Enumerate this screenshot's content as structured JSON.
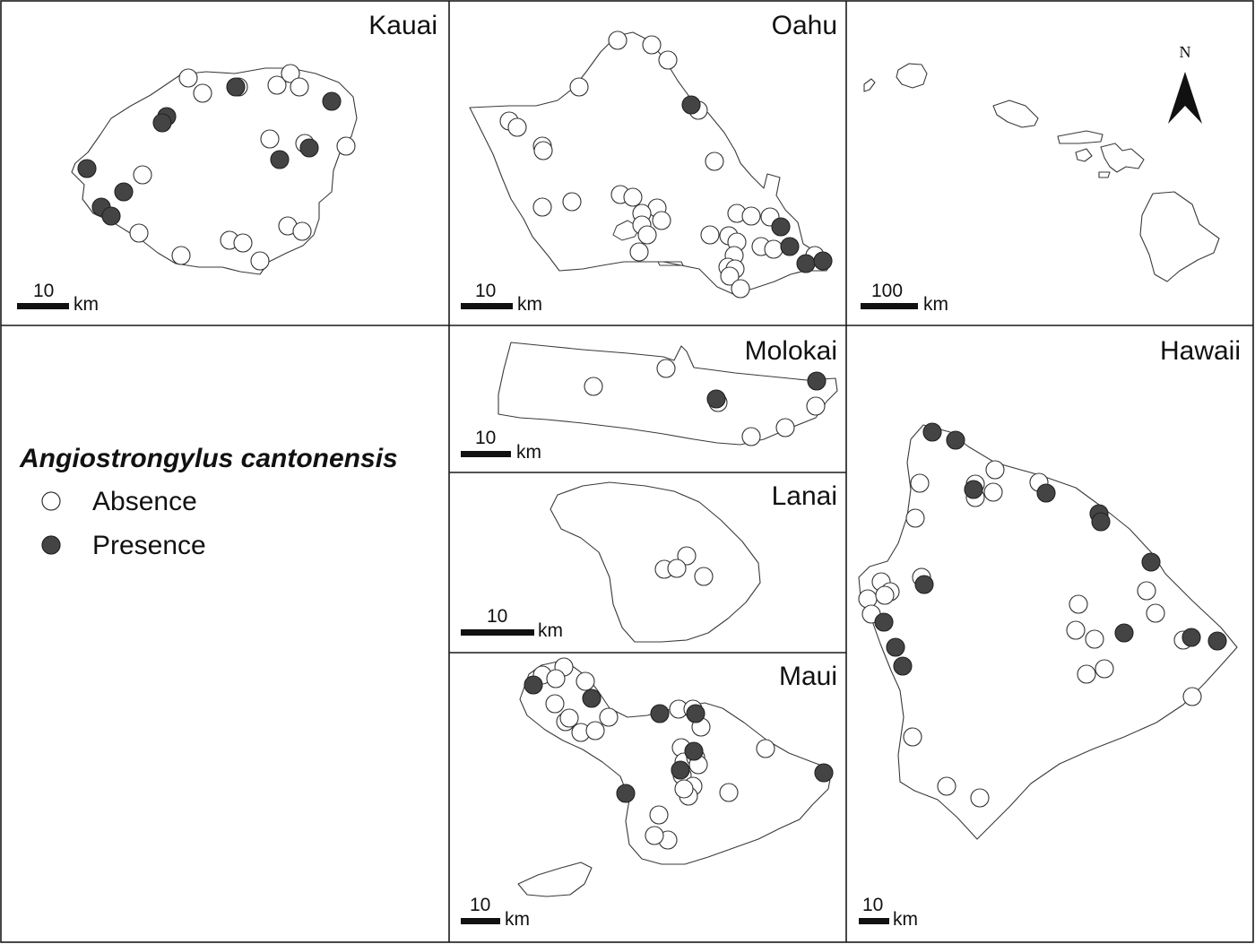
{
  "panels": [
    {
      "id": "kauai",
      "label": "Kauai",
      "scale_value": "10",
      "scale_unit": "km"
    },
    {
      "id": "oahu",
      "label": "Oahu",
      "scale_value": "10",
      "scale_unit": "km"
    },
    {
      "id": "overview",
      "label": "",
      "scale_value": "100",
      "scale_unit": "km"
    },
    {
      "id": "molokai",
      "label": "Molokai",
      "scale_value": "10",
      "scale_unit": "km"
    },
    {
      "id": "lanai",
      "label": "Lanai",
      "scale_value": "10",
      "scale_unit": "km"
    },
    {
      "id": "maui",
      "label": "Maui",
      "scale_value": "10",
      "scale_unit": "km"
    },
    {
      "id": "hawaii",
      "label": "Hawaii",
      "scale_value": "10",
      "scale_unit": "km"
    }
  ],
  "north_arrow": "N",
  "legend": {
    "title": "Angiostrongylus cantonensis",
    "items": [
      {
        "label": "Absence",
        "color": "#ffffff"
      },
      {
        "label": "Presence",
        "color": "#444444"
      }
    ]
  },
  "colors": {
    "absence": "#ffffff",
    "presence": "#444444",
    "outline": "#333333",
    "coastline": "#3a3a3a"
  },
  "samples": {
    "kauai": {
      "absence": [
        [
          210,
          87
        ],
        [
          226,
          104
        ],
        [
          266,
          97
        ],
        [
          309,
          95
        ],
        [
          324,
          82
        ],
        [
          334,
          97
        ],
        [
          386,
          163
        ],
        [
          301,
          155
        ],
        [
          340,
          160
        ],
        [
          159,
          195
        ],
        [
          155,
          260
        ],
        [
          256,
          268
        ],
        [
          271,
          271
        ],
        [
          290,
          291
        ],
        [
          202,
          285
        ],
        [
          321,
          252
        ],
        [
          337,
          258
        ]
      ],
      "presence": [
        [
          263,
          97
        ],
        [
          370,
          113
        ],
        [
          186,
          130
        ],
        [
          181,
          137
        ],
        [
          312,
          178
        ],
        [
          345,
          165
        ],
        [
          97,
          188
        ],
        [
          138,
          214
        ],
        [
          113,
          231
        ],
        [
          124,
          241
        ]
      ]
    },
    "oahu": {
      "absence": [
        [
          689,
          45
        ],
        [
          727,
          50
        ],
        [
          745,
          67
        ],
        [
          646,
          97
        ],
        [
          779,
          123
        ],
        [
          797,
          180
        ],
        [
          568,
          135
        ],
        [
          577,
          142
        ],
        [
          605,
          163
        ],
        [
          606,
          168
        ],
        [
          692,
          217
        ],
        [
          706,
          220
        ],
        [
          733,
          232
        ],
        [
          738,
          246
        ],
        [
          716,
          238
        ],
        [
          716,
          251
        ],
        [
          722,
          262
        ],
        [
          605,
          231
        ],
        [
          638,
          225
        ],
        [
          822,
          238
        ],
        [
          838,
          241
        ],
        [
          792,
          262
        ],
        [
          813,
          263
        ],
        [
          822,
          270
        ],
        [
          819,
          285
        ],
        [
          812,
          298
        ],
        [
          820,
          300
        ],
        [
          814,
          308
        ],
        [
          826,
          322
        ],
        [
          849,
          275
        ],
        [
          863,
          278
        ],
        [
          909,
          285
        ],
        [
          713,
          281
        ],
        [
          859,
          242
        ]
      ],
      "presence": [
        [
          771,
          117
        ],
        [
          871,
          253
        ],
        [
          881,
          275
        ],
        [
          899,
          294
        ],
        [
          918,
          291
        ]
      ]
    },
    "molokai": {
      "absence": [
        [
          662,
          431
        ],
        [
          743,
          411
        ],
        [
          801,
          449
        ],
        [
          910,
          453
        ],
        [
          876,
          477
        ],
        [
          838,
          487
        ]
      ],
      "presence": [
        [
          799,
          445
        ],
        [
          911,
          425
        ]
      ]
    },
    "lanai": {
      "absence": [
        [
          766,
          620
        ],
        [
          741,
          635
        ],
        [
          755,
          634
        ],
        [
          785,
          643
        ]
      ],
      "presence": []
    },
    "maui": {
      "absence": [
        [
          605,
          753
        ],
        [
          629,
          744
        ],
        [
          620,
          757
        ],
        [
          653,
          760
        ],
        [
          619,
          785
        ],
        [
          631,
          805
        ],
        [
          635,
          801
        ],
        [
          648,
          817
        ],
        [
          664,
          815
        ],
        [
          679,
          800
        ],
        [
          757,
          791
        ],
        [
          773,
          791
        ],
        [
          782,
          811
        ],
        [
          760,
          834
        ],
        [
          763,
          850
        ],
        [
          776,
          845
        ],
        [
          779,
          853
        ],
        [
          761,
          865
        ],
        [
          773,
          877
        ],
        [
          768,
          888
        ],
        [
          763,
          880
        ],
        [
          854,
          835
        ],
        [
          813,
          884
        ],
        [
          735,
          909
        ],
        [
          745,
          937
        ],
        [
          730,
          932
        ]
      ],
      "presence": [
        [
          595,
          764
        ],
        [
          660,
          779
        ],
        [
          736,
          796
        ],
        [
          776,
          796
        ],
        [
          774,
          838
        ],
        [
          759,
          859
        ],
        [
          698,
          885
        ],
        [
          919,
          862
        ]
      ]
    },
    "hawaii": {
      "absence": [
        [
          1110,
          524
        ],
        [
          1108,
          549
        ],
        [
          1159,
          538
        ],
        [
          1088,
          540
        ],
        [
          1088,
          555
        ],
        [
          1026,
          539
        ],
        [
          1021,
          578
        ],
        [
          1028,
          644
        ],
        [
          983,
          649
        ],
        [
          968,
          668
        ],
        [
          972,
          685
        ],
        [
          993,
          660
        ],
        [
          987,
          664
        ],
        [
          1203,
          674
        ],
        [
          1200,
          703
        ],
        [
          1289,
          684
        ],
        [
          1279,
          659
        ],
        [
          1221,
          713
        ],
        [
          1212,
          752
        ],
        [
          1232,
          746
        ],
        [
          1320,
          714
        ],
        [
          1330,
          777
        ],
        [
          1018,
          822
        ],
        [
          1056,
          877
        ],
        [
          1093,
          890
        ]
      ],
      "presence": [
        [
          1040,
          482
        ],
        [
          1066,
          491
        ],
        [
          1086,
          546
        ],
        [
          1167,
          550
        ],
        [
          1226,
          573
        ],
        [
          1228,
          582
        ],
        [
          1284,
          627
        ],
        [
          1031,
          652
        ],
        [
          986,
          694
        ],
        [
          1254,
          706
        ],
        [
          1329,
          711
        ],
        [
          1358,
          715
        ],
        [
          999,
          722
        ],
        [
          1007,
          743
        ]
      ]
    }
  }
}
